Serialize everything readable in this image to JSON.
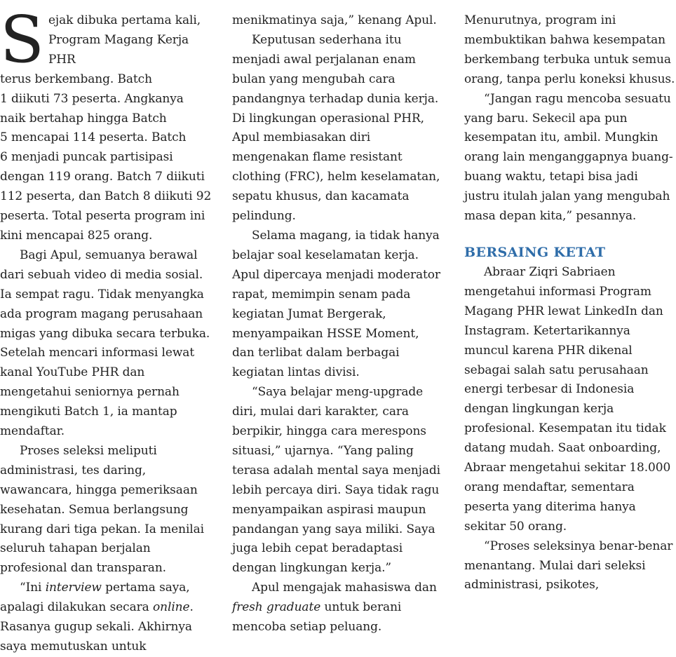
{
  "article": {
    "col1": {
      "dropcap": "S",
      "p1_lines": "ejak dibuka pertama kali,\nProgram Magang Kerja PHR\nterus berkembang. Batch\n1 diikuti 73 peserta. Angkanya\nnaik bertahap hingga Batch\n5 mencapai 114 peserta. Batch\n6 menjadi puncak partisipasi\ndengan 119 orang. Batch 7 diikuti\n112 peserta, dan Batch 8 diikuti 92\npeserta. Total peserta program ini\nkini mencapai 825 orang.",
      "p2": "Bagi Apul, semuanya berawal dari sebuah video di media sosial. Ia sempat ragu. Tidak menyangka ada program magang perusahaan migas yang dibuka secara terbuka. Setelah mencari informasi lewat kanal YouTube PHR dan mengetahui seniornya pernah mengikuti Batch 1, ia mantap mendaftar.",
      "p3": "Proses seleksi meliputi administrasi, tes daring, wawancara, hingga pemeriksaan kesehatan. Semua berlangsung kurang dari tiga pekan. Ia menilai seluruh tahapan berjalan profesional dan transparan.",
      "p4_a": "“Ini ",
      "p4_em1": "interview",
      "p4_b": " pertama saya, apalagi dilakukan secara ",
      "p4_em2": "online",
      "p4_c": ". Rasanya gugup sekali. Akhirnya saya memutuskan untuk"
    },
    "col2": {
      "p1": "menikmatinya saja,” kenang Apul.",
      "p2": "Keputusan sederhana itu menjadi awal perjalanan enam bulan yang mengubah cara pandangnya terhadap dunia kerja. Di lingkungan operasional PHR, Apul membiasakan diri mengenakan flame resistant clothing (FRC), helm keselamatan, sepatu khusus, dan kacamata pelindung.",
      "p3": "Selama magang, ia tidak hanya belajar soal keselamatan kerja. Apul dipercaya menjadi moderator rapat, memimpin senam pada kegiatan Jumat Bergerak, menyampaikan HSSE Moment, dan terlibat dalam berbagai kegiatan lintas divisi.",
      "p4": "“Saya belajar meng-upgrade diri, mulai dari karakter, cara berpikir, hingga cara merespons situasi,” ujarnya. “Yang paling terasa adalah mental saya menjadi lebih percaya diri. Saya tidak ragu menyampaikan aspirasi maupun pandangan yang saya miliki. Saya juga lebih cepat beradaptasi dengan lingkungan kerja.”",
      "p5_a": "Apul mengajak mahasiswa dan ",
      "p5_em": "fresh graduate",
      "p5_b": " untuk berani mencoba setiap peluang."
    },
    "col3": {
      "p1": "Menurutnya, program ini membuktikan bahwa kesempatan berkembang terbuka untuk semua orang, tanpa perlu koneksi khusus.",
      "p2": "“Jangan ragu mencoba sesuatu yang baru. Sekecil apa pun kesempatan itu, ambil. Mungkin orang lain menganggapnya buang-buang waktu, tetapi bisa jadi justru itulah jalan yang mengubah masa depan kita,” pesannya.",
      "heading": "BERSAING KETAT",
      "p3": "Abraar Ziqri Sabriaen mengetahui informasi Program Magang PHR lewat LinkedIn dan Instagram. Ketertarikannya muncul karena PHR dikenal sebagai salah satu perusahaan energi terbesar di Indonesia dengan lingkungan kerja profesional. Kesempatan itu tidak datang mudah. Saat onboarding, Abraar mengetahui sekitar 18.000 orang mendaftar, sementara peserta yang diterima hanya sekitar 50 orang.",
      "p4": "“Proses seleksinya benar-benar menantang. Mulai dari seleksi administrasi, psikotes,"
    }
  },
  "colors": {
    "text": "#222222",
    "heading": "#2f6da9"
  }
}
